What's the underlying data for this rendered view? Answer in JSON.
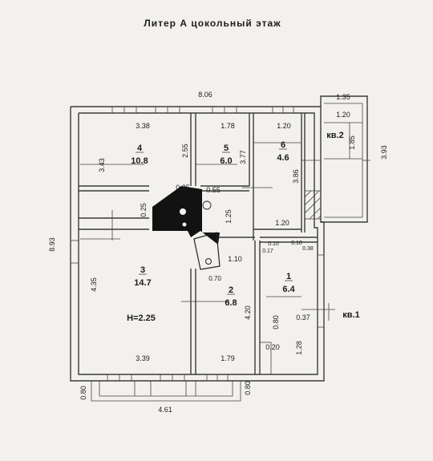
{
  "title": "Литер А  цокольный этаж",
  "dimensions": {
    "overall_width": "8.06",
    "overall_height": "8.93",
    "porch_width": "1.35",
    "porch_inner_width": "1.20",
    "porch_height": "1.85",
    "porch_offset": "3.93",
    "r4_width": "3.38",
    "r4_height": "3.43",
    "r5_width": "1.78",
    "r5_height": "2.55",
    "r6_width": "1.20",
    "r6_height": "3.86",
    "corridor_height": "3.77",
    "d_025a": "0.25",
    "d_025b": "0.25",
    "d_055": "0.55",
    "d_125": "1.25",
    "d_120b": "1.20",
    "d_010a": "0.10",
    "d_010b": "0.10",
    "d_017": "0.17",
    "d_038": "0.38",
    "d_110": "1.10",
    "d_070": "0.70",
    "r3_height": "4.35",
    "r3_width": "3.39",
    "r2_width": "1.79",
    "d_420": "4.20",
    "d_080a": "0.80",
    "d_037": "0.37",
    "d_020": "0.20",
    "d_128": "1.28",
    "d_080b": "0.80",
    "d_080c": "0.80",
    "bottom_width": "4.61"
  },
  "rooms": [
    {
      "number": "4",
      "area": "10.8"
    },
    {
      "number": "5",
      "area": "6.0"
    },
    {
      "number": "6",
      "area": "4.6"
    },
    {
      "number": "3",
      "area": "14.7"
    },
    {
      "number": "2",
      "area": "6.8"
    },
    {
      "number": "1",
      "area": "6.4"
    }
  ],
  "ceiling_height": "H=2.25",
  "apartment_labels": {
    "kv1": "кв.1",
    "kv2": "кв.2"
  }
}
